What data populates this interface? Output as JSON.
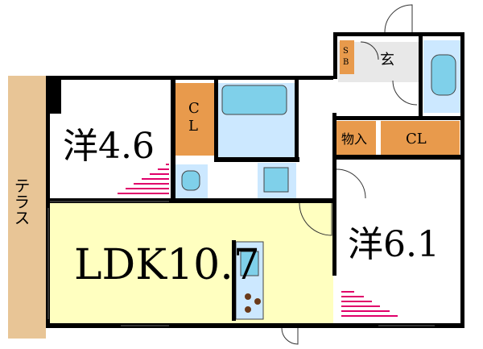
{
  "rooms": {
    "western_small": "洋4.6",
    "western_large": "洋6.1",
    "ldk": "LDK10.7",
    "closet_left_top": "C",
    "closet_left_bottom": "L",
    "closet_right": "CL",
    "storage": "物入",
    "entrance": "玄",
    "shoe_box_top": "S",
    "shoe_box_bottom": "B",
    "terrace": "テラス"
  },
  "colors": {
    "wall": "#000000",
    "floor": "#ffffff",
    "ldk_floor": "#ffffc0",
    "terrace": "#e8c596",
    "closet": "#e89a4c",
    "bath": "#cce8ff",
    "fixture": "#7fd0ea",
    "stair_lines": "#e0006a",
    "entrance_floor": "#e8e8e8"
  }
}
